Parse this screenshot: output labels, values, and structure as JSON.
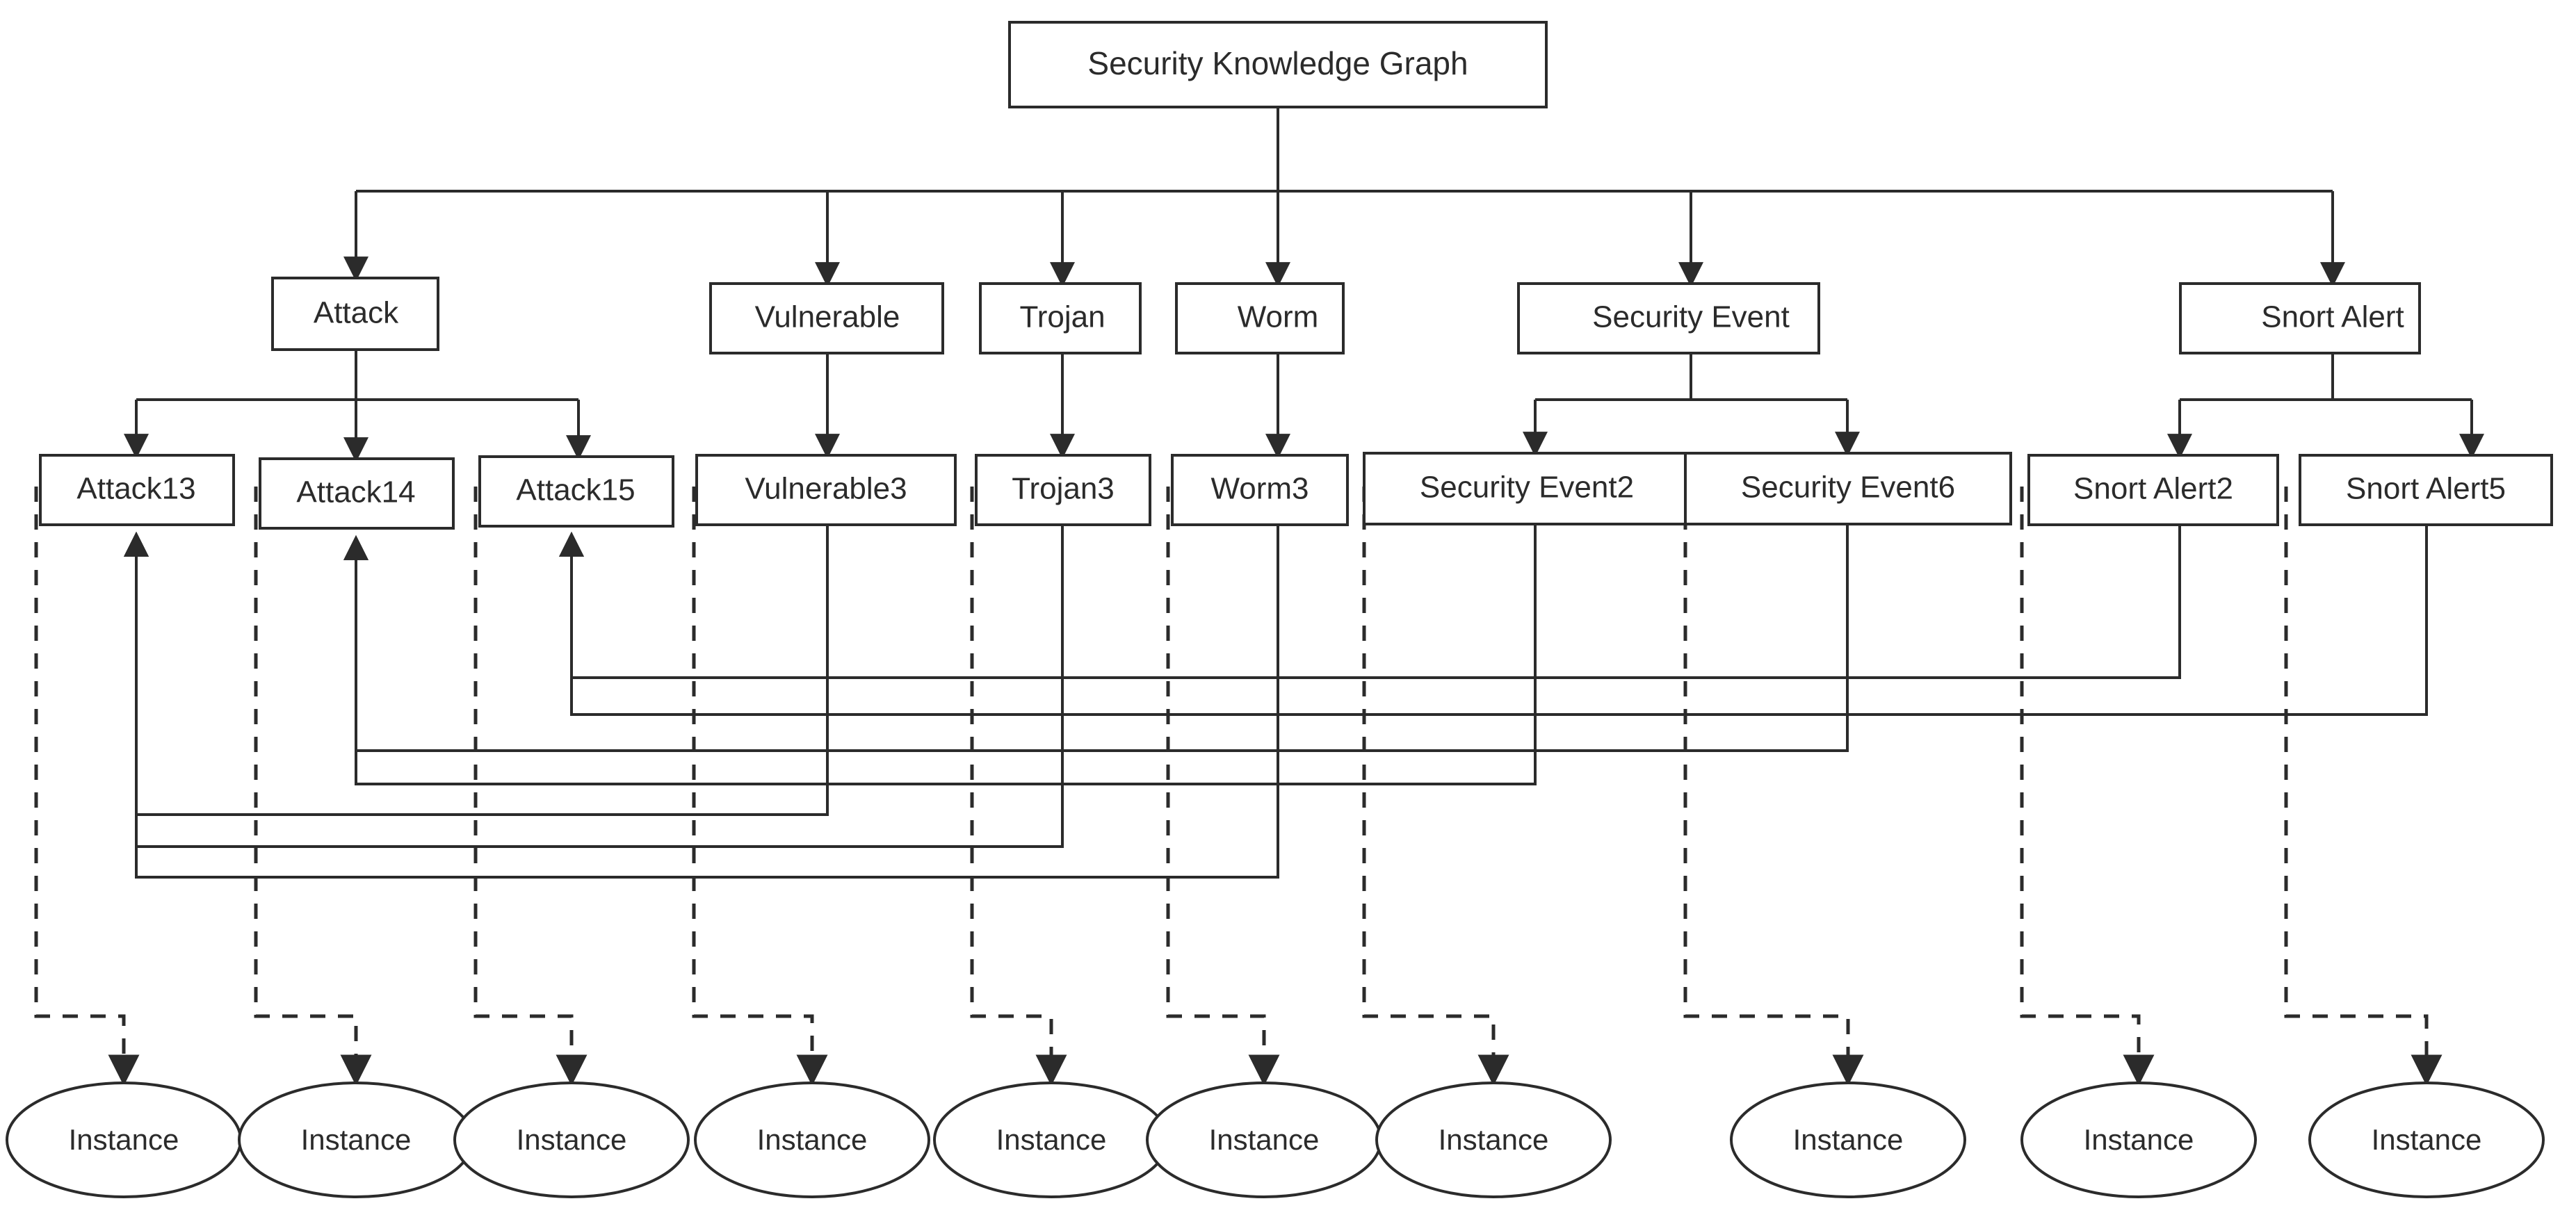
{
  "diagram": {
    "title": "Security Knowledge Graph",
    "type": "hierarchy-tree",
    "colors": {
      "background": "#ffffff",
      "stroke": "#2b2b2b",
      "node_fill": "#ffffff"
    },
    "root": {
      "id": "root",
      "label": "Security Knowledge Graph"
    },
    "categories": [
      {
        "id": "attack",
        "label": "Attack"
      },
      {
        "id": "vulnerable",
        "label": "Vulnerable"
      },
      {
        "id": "trojan",
        "label": "Trojan"
      },
      {
        "id": "worm",
        "label": "Worm"
      },
      {
        "id": "security-event",
        "label": "Security Event"
      },
      {
        "id": "snort-alert",
        "label": "Snort Alert"
      }
    ],
    "entities": [
      {
        "id": "attack13",
        "label": "Attack13",
        "parent": "attack"
      },
      {
        "id": "attack14",
        "label": "Attack14",
        "parent": "attack"
      },
      {
        "id": "attack15",
        "label": "Attack15",
        "parent": "attack"
      },
      {
        "id": "vulnerable3",
        "label": "Vulnerable3",
        "parent": "vulnerable"
      },
      {
        "id": "trojan3",
        "label": "Trojan3",
        "parent": "trojan"
      },
      {
        "id": "worm3",
        "label": "Worm3",
        "parent": "worm"
      },
      {
        "id": "securityevent2",
        "label": "Security Event2",
        "parent": "security-event"
      },
      {
        "id": "securityevent6",
        "label": "Security Event6",
        "parent": "security-event"
      },
      {
        "id": "snortalert2",
        "label": "Snort Alert2",
        "parent": "snort-alert"
      },
      {
        "id": "snortalert5",
        "label": "Snort Alert5",
        "parent": "snort-alert"
      }
    ],
    "instances": [
      {
        "id": "inst1",
        "label": "Instance"
      },
      {
        "id": "inst2",
        "label": "Instance"
      },
      {
        "id": "inst3",
        "label": "Instance"
      },
      {
        "id": "inst4",
        "label": "Instance"
      },
      {
        "id": "inst5",
        "label": "Instance"
      },
      {
        "id": "inst6",
        "label": "Instance"
      },
      {
        "id": "inst7",
        "label": "Instance"
      },
      {
        "id": "inst8",
        "label": "Instance"
      },
      {
        "id": "inst9",
        "label": "Instance"
      },
      {
        "id": "inst10",
        "label": "Instance"
      }
    ]
  }
}
